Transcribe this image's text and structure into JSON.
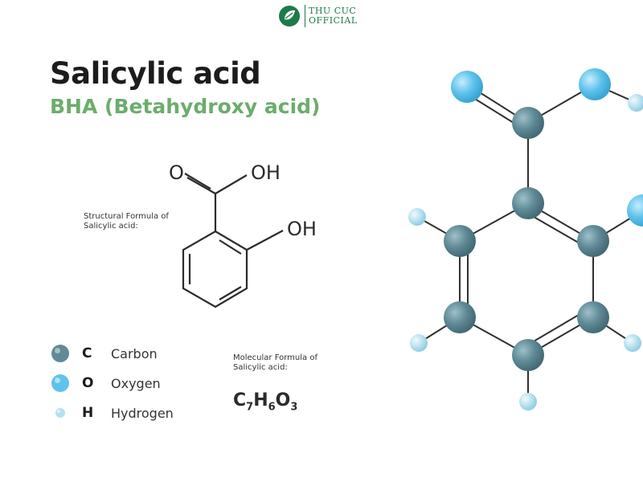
{
  "header": {
    "logo_line1": "THU CUC",
    "logo_line2": "OFFICIAL"
  },
  "title": "Salicylic acid",
  "subtitle": "BHA  (Betahydroxy acid)",
  "structure": {
    "caption": "Structural  Formula of\nSalicylic acid:",
    "o_label": "O",
    "oh_top": "OH",
    "oh_side": "OH"
  },
  "legend": [
    {
      "symbol": "C",
      "name": "Carbon",
      "color": "#5f8a96"
    },
    {
      "symbol": "O",
      "name": "Oxygen",
      "color": "#5ec3ec"
    },
    {
      "symbol": "H",
      "name": "Hydrogen",
      "color": "#b6e0ef"
    }
  ],
  "molecular": {
    "caption": "Molecular Formula of\nSalicylic acid:",
    "formula": [
      {
        "el": "C",
        "n": "7"
      },
      {
        "el": "H",
        "n": "6"
      },
      {
        "el": "O",
        "n": "3"
      }
    ]
  },
  "colors": {
    "accent_green": "#6bad6b",
    "brand_green": "#1f7a4a",
    "carbon": "#5f8a96",
    "oxygen": "#5ec3ec",
    "hydrogen": "#b6e0ef"
  }
}
